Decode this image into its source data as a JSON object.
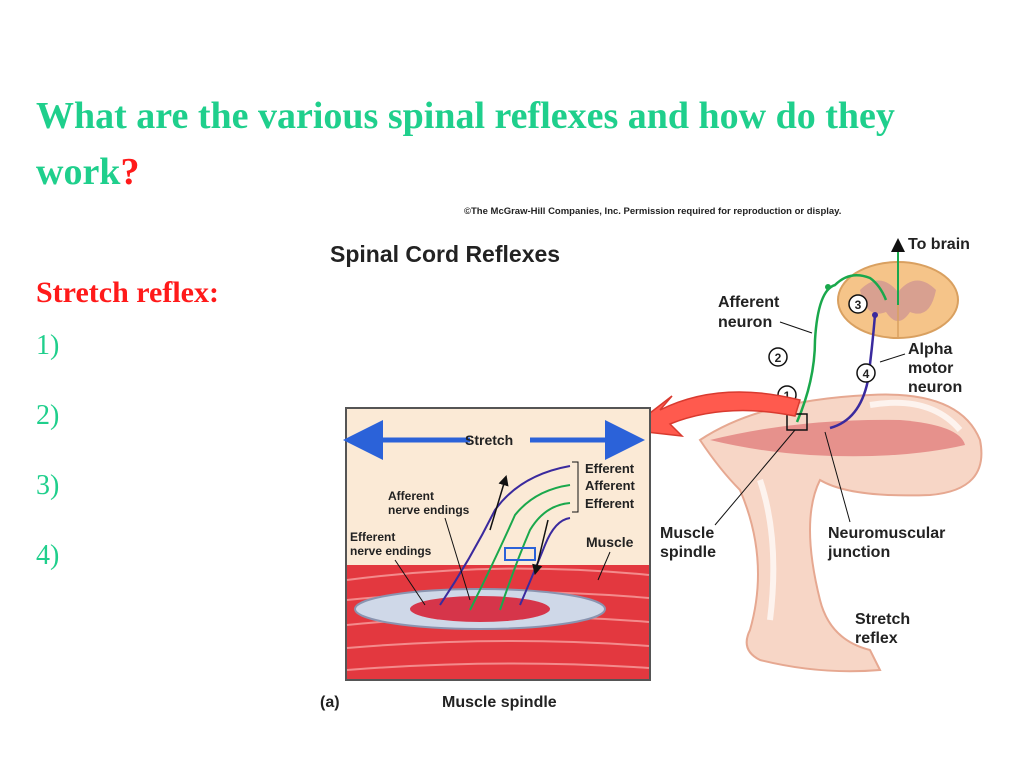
{
  "slide": {
    "title_main": "What are the various spinal reflexes and how do they work",
    "title_mark": "?",
    "subheading": "Stretch reflex:",
    "steps": [
      "1)",
      "2)",
      "3)",
      "4)"
    ]
  },
  "figure": {
    "copyright": "©The McGraw-Hill Companies, Inc. Permission required for reproduction or display.",
    "heading": "Spinal Cord Reflexes",
    "labels": {
      "to_brain": "To brain",
      "afferent_neuron_1": "Afferent",
      "afferent_neuron_2": "neuron",
      "alpha_1": "Alpha",
      "alpha_2": "motor",
      "alpha_3": "neuron",
      "muscle_spindle_1": "Muscle",
      "muscle_spindle_2": "spindle",
      "nmj_1": "Neuromuscular",
      "nmj_2": "junction",
      "stretch_reflex_1": "Stretch",
      "stretch_reflex_2": "reflex",
      "stretch": "Stretch",
      "efferent_a": "Efferent",
      "afferent": "Afferent",
      "efferent_b": "Efferent",
      "afferent_endings_1": "Afferent",
      "afferent_endings_2": "nerve endings",
      "efferent_endings_1": "Efferent",
      "efferent_endings_2": "nerve endings",
      "muscle": "Muscle",
      "panel_a": "(a)",
      "muscle_spindle_caption": "Muscle spindle"
    },
    "numbers": [
      "1",
      "2",
      "3",
      "4"
    ]
  }
}
